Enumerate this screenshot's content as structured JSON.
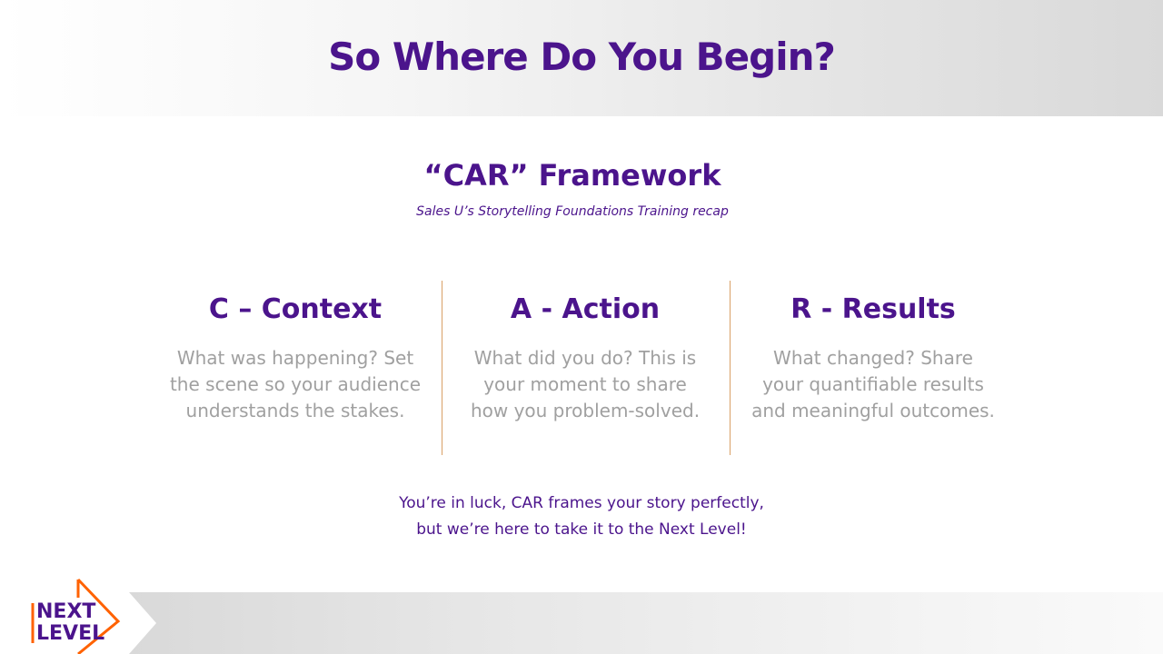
{
  "slide": {
    "title": "So Where Do You Begin?",
    "framework_title": "“CAR” Framework",
    "framework_subtitle": "Sales U’s Storytelling Foundations Training recap",
    "columns": [
      {
        "heading": "C – Context",
        "body": "What was happening? Set\nthe scene so your audience\nunderstands the stakes."
      },
      {
        "heading": "A - Action",
        "body": "What did you do? This is\nyour moment to share\nhow you problem-solved."
      },
      {
        "heading": "R - Results",
        "body": "What changed? Share\nyour quantifiable results\nand meaningful outcomes."
      }
    ],
    "closing_line_1": "You’re in luck, CAR frames your story perfectly,",
    "closing_line_2": "but we’re here to take it to the Next Level!"
  },
  "logo": {
    "line1": "NEXT",
    "line2": "LEVEL",
    "icon": "next-level-logo-icon"
  },
  "colors": {
    "brand_purple": "#4b148c",
    "accent_orange": "#ff6200",
    "body_gray": "#a0a0a0",
    "divider": "#d9a066"
  }
}
